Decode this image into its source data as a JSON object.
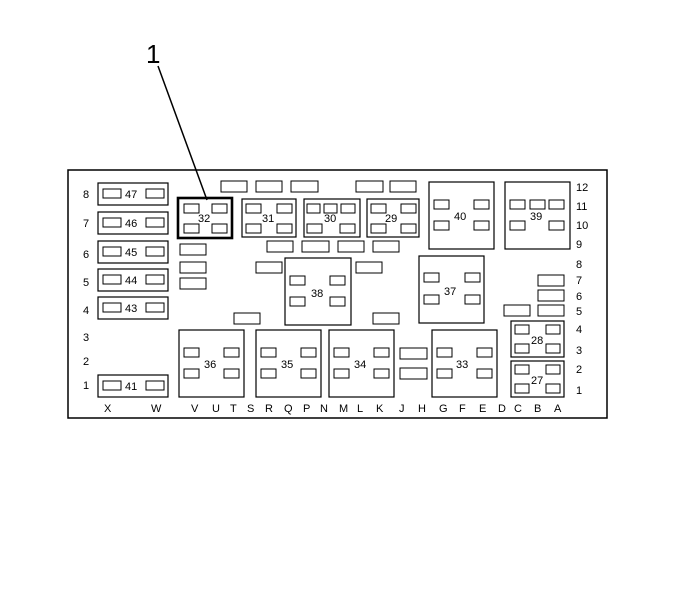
{
  "callout": {
    "number": "1"
  },
  "fuses_left": [
    "47",
    "46",
    "45",
    "44",
    "43",
    "41"
  ],
  "relays_top": [
    "32",
    "31",
    "30",
    "29"
  ],
  "relays_right_top": [
    "40",
    "39"
  ],
  "relays_middle": [
    "38",
    "37"
  ],
  "relays_small_right": [
    "28",
    "27"
  ],
  "relays_bottom": [
    "36",
    "35",
    "34",
    "33"
  ],
  "left_row_labels": [
    "8",
    "7",
    "6",
    "5",
    "4",
    "3",
    "2",
    "1"
  ],
  "right_row_labels": [
    "12",
    "11",
    "10",
    "9",
    "8",
    "7",
    "6",
    "5",
    "4",
    "3",
    "2",
    "1"
  ],
  "bottom_col_labels": [
    "X",
    "W",
    "V",
    "U",
    "T",
    "S",
    "R",
    "Q",
    "P",
    "N",
    "M",
    "L",
    "K",
    "J",
    "H",
    "G",
    "F",
    "E",
    "D",
    "C",
    "B",
    "A"
  ]
}
